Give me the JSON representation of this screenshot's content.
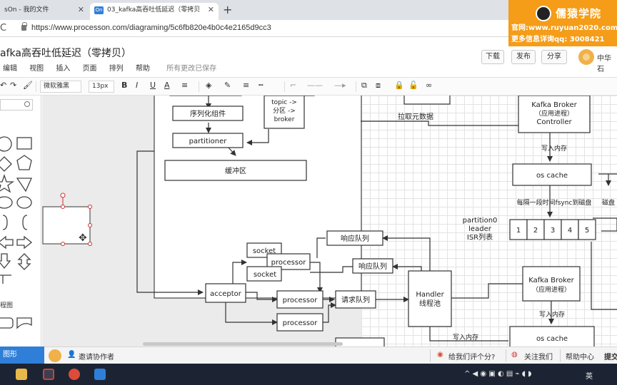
{
  "browser": {
    "tabs": [
      {
        "label": "sOn - 我的文件",
        "active": false
      },
      {
        "label": "03_kafka高吞吐低延迟（零拷贝",
        "active": true,
        "favicon": "On"
      }
    ],
    "url": "https://www.processon.com/diagraming/5c6fb820e4b0c4e2165d9cc3"
  },
  "watermark": {
    "title": "儒猿学院",
    "line1": "官网:www.ruyuan2020.com",
    "line2": "更多信息详询qq: 3008421"
  },
  "app": {
    "doc_title": "afka高吞吐低延迟（零拷贝）",
    "menu": [
      "编辑",
      "视图",
      "插入",
      "页面",
      "排列",
      "帮助"
    ],
    "saved_status": "所有更改已保存",
    "buttons": {
      "download": "下载",
      "publish": "发布",
      "share": "分享"
    },
    "user": "中华石"
  },
  "toolbar": {
    "font_family": "微软雅黑",
    "font_size": "13px",
    "bold": "B",
    "italic": "I",
    "underline": "U",
    "font_color": "A"
  },
  "panel": {
    "section_label": "程图",
    "more_shapes": "图形"
  },
  "diagram": {
    "nodes": {
      "serializer": "序列化组件",
      "partitioner": "partitioner",
      "buffer": "缓冲区",
      "topic_line1": "topic ->",
      "topic_line2": "分区 ->",
      "topic_line3": "broker",
      "fetch_metadata": "拉取元数据",
      "broker_top_l1": "Kafka Broker",
      "broker_top_l2": "（应用进程）",
      "broker_top_l3": "Controller",
      "write_memory_top": "写入内存",
      "os_cache_top": "os cache",
      "fsync_note": "每隔一段时间fsync到磁盘",
      "disk_note": "磁盘",
      "partition_l1": "partition0",
      "partition_l2": "leader",
      "partition_l3": "ISR列表",
      "segments": [
        "1",
        "2",
        "3",
        "4",
        "5"
      ],
      "response_queue_a": "响应队列",
      "response_queue_b": "响应队列",
      "socket_a": "socket",
      "socket_b": "socket",
      "processor_a": "processor",
      "processor_b": "processor",
      "processor_c": "processor",
      "acceptor": "acceptor",
      "request_queue": "请求队列",
      "handler_l1": "Handler",
      "handler_l2": "线程池",
      "broker_bottom_l1": "Kafka Broker",
      "broker_bottom_l2": "（应用进程）",
      "write_memory_bottom": "写入内存",
      "write_memory_handler": "写入内存",
      "os_cache_bottom": "os cache"
    }
  },
  "statusbar": {
    "invite": "邀请协作者",
    "rate": "给我们评个分?",
    "follow": "关注我们",
    "help": "帮助中心",
    "submit": "提交"
  },
  "taskbar": {
    "tray_text": "英"
  }
}
